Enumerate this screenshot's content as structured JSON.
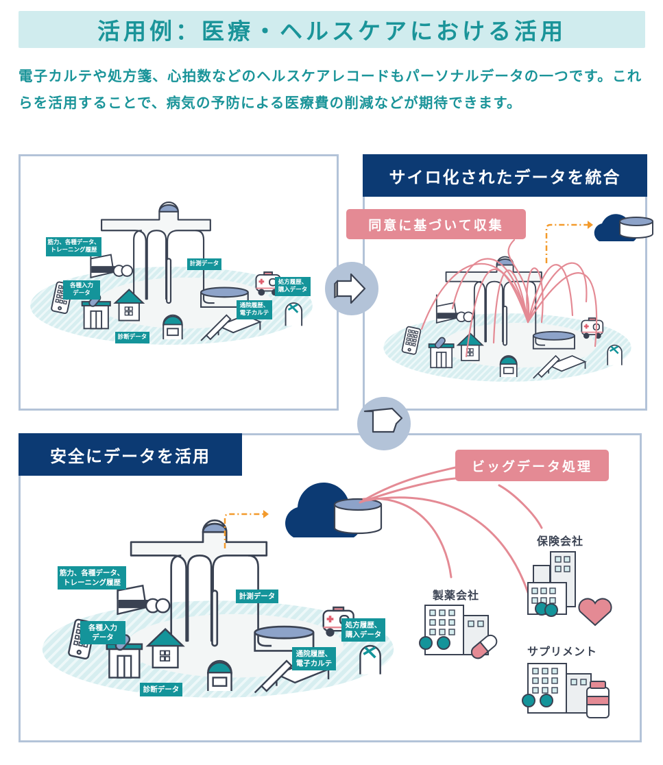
{
  "header": {
    "title": "活用例：医療・ヘルスケアにおける活用",
    "intro": "電子カルテや処方箋、心拍数などのヘルスケアレコードもパーソナルデータの一つです。これらを活用することで、病気の予防による医療費の削減などが期待できます。"
  },
  "panels": {
    "silo": {
      "data_tags": [
        {
          "label": "筋力、各種データ、トレーニング履歴",
          "icon": "treadmill-icon"
        },
        {
          "label": "各種入力データ",
          "icon": "smartphone-icon"
        },
        {
          "label": "計測データ",
          "icon": "scale-icon"
        },
        {
          "label": "処方履歴、購入データ",
          "icon": "patient-icon"
        },
        {
          "label": "通院履歴、電子カルテ",
          "icon": "hospital-bed-icon"
        },
        {
          "label": "診断データ",
          "icon": "doctor-icon"
        }
      ]
    },
    "integrate": {
      "title": "サイロ化されたデータを統合",
      "bubble": "同意に基づいて収集"
    },
    "utilize": {
      "title": "安全にデータを活用",
      "bubble": "ビッグデータ処理",
      "data_tags": [
        {
          "label1": "筋力、各種データ、",
          "label2": "トレーニング履歴"
        },
        {
          "label1": "各種入力",
          "label2": "データ"
        },
        {
          "label1": "計測データ",
          "label2": ""
        },
        {
          "label1": "処方履歴、",
          "label2": "購入データ"
        },
        {
          "label1": "通院履歴、",
          "label2": "電子カルテ"
        },
        {
          "label1": "診断データ",
          "label2": ""
        }
      ],
      "recipients": [
        {
          "label": "保険会社",
          "icon": "heart-icon"
        },
        {
          "label": "製薬会社",
          "icon": "capsule-icon"
        },
        {
          "label": "サプリメント",
          "icon": "supplement-bottle-icon"
        }
      ]
    }
  },
  "small_tags": [
    {
      "label1": "筋力、各種データ、",
      "label2": "トレーニング履歴"
    },
    {
      "label1": "各種入力",
      "label2": "データ"
    },
    {
      "label1": "計測データ",
      "label2": ""
    },
    {
      "label1": "処方履歴、",
      "label2": "購入データ"
    },
    {
      "label1": "通院履歴、",
      "label2": "電子カルテ"
    },
    {
      "label1": "診断データ",
      "label2": ""
    }
  ],
  "colors": {
    "teal": "#14949a",
    "navy": "#0c3a73",
    "pink": "#e48a94",
    "orange": "#f39a2b",
    "frame": "#b3c3d8",
    "title_bg": "#d0ecee"
  }
}
